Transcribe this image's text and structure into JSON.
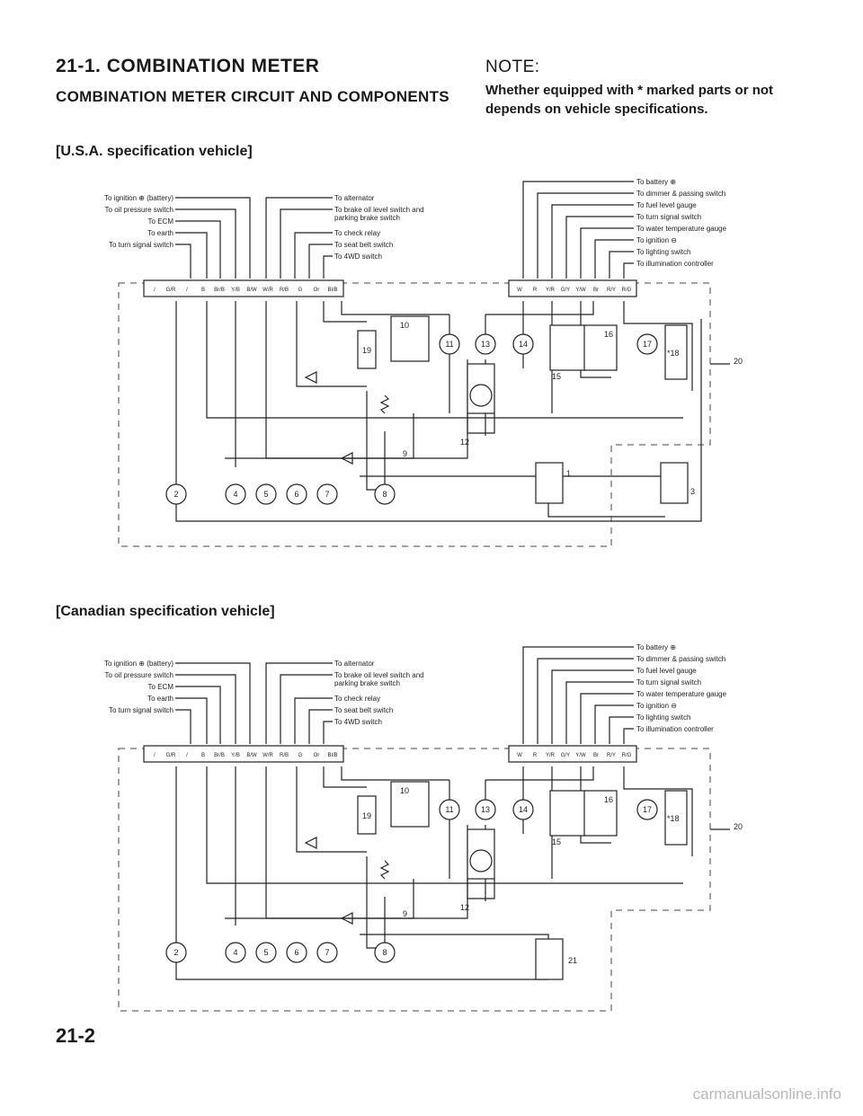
{
  "header": {
    "section_title": "21-1. COMBINATION METER",
    "section_subtitle": "COMBINATION METER CIRCUIT AND COMPONENTS"
  },
  "note": {
    "label": "NOTE:",
    "text": "Whether equipped with * marked parts or not depends on vehicle specifications."
  },
  "usa": {
    "label": "[U.S.A. specification vehicle]",
    "left_labels": [
      "To ignition ⊕ (battery)",
      "To oil pressure switch",
      "To ECM",
      "To earth",
      "To turn signal switch"
    ],
    "mid_labels": [
      "To alternator",
      "To brake oil level switch and",
      "parking brake switch",
      "To check relay",
      "To seat belt switch",
      "To 4WD switch"
    ],
    "right_labels": [
      "To battery ⊕",
      "To dimmer & passing switch",
      "To fuel level gauge",
      "To turn signal switch",
      "To water temperature gauge",
      "To ignition ⊖",
      "To lighting switch",
      "To illumination controller"
    ],
    "connector_a_pins": [
      "/",
      "G/R",
      "/",
      "B",
      "Br/B",
      "Y/B",
      "B/W",
      "W/R",
      "R/B",
      "G",
      "Or",
      "Bl/B"
    ],
    "connector_b_pins": [
      "W",
      "R",
      "Y/R",
      "G/Y",
      "Y/W",
      "Br",
      "R/Y",
      "R/G"
    ],
    "circles_bottom": [
      "2",
      "4",
      "5",
      "6",
      "7",
      "8"
    ],
    "circles_top": [
      "11",
      "13",
      "14",
      "17"
    ],
    "box_labels": [
      "19",
      "10",
      "16",
      "*18"
    ],
    "callouts": [
      "9",
      "12",
      "15",
      "20",
      "1",
      "3"
    ]
  },
  "canada": {
    "label": "[Canadian specification vehicle]",
    "left_labels": [
      "To ignition ⊕ (battery)",
      "To oil pressure switch",
      "To ECM",
      "To earth",
      "To turn signal switch"
    ],
    "mid_labels": [
      "To alternator",
      "To brake oil level switch and",
      "parking brake switch",
      "To check relay",
      "To seat belt switch",
      "To 4WD switch"
    ],
    "right_labels": [
      "To battery ⊕",
      "To dimmer & passing switch",
      "To fuel level gauge",
      "To turn signal switch",
      "To water temperature gauge",
      "To ignition ⊖",
      "To lighting switch",
      "To illumination controller"
    ],
    "connector_a_pins": [
      "/",
      "G/R",
      "/",
      "B",
      "Br/B",
      "Y/B",
      "B/W",
      "W/R",
      "R/B",
      "G",
      "Or",
      "Bl/B"
    ],
    "connector_b_pins": [
      "W",
      "R",
      "Y/R",
      "G/Y",
      "Y/W",
      "Br",
      "R/Y",
      "R/G"
    ],
    "circles_bottom": [
      "2",
      "4",
      "5",
      "6",
      "7",
      "8"
    ],
    "circles_top": [
      "11",
      "13",
      "14",
      "17"
    ],
    "box_labels": [
      "19",
      "10",
      "16",
      "*18"
    ],
    "callouts": [
      "9",
      "12",
      "15",
      "20",
      "21"
    ]
  },
  "footer": {
    "page_number": "21-2",
    "watermark": "carmanualsonline.info"
  }
}
